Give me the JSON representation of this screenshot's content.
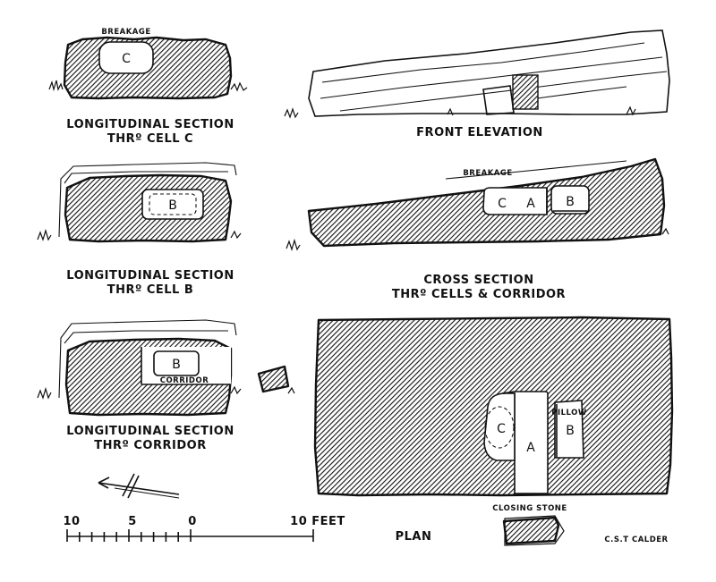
{
  "labels": {
    "long_c_1": "LONGITUDINAL SECTION",
    "long_c_2": "THRº CELL C",
    "front": "FRONT    ELEVATION",
    "long_b_1": "LONGITUDINAL SECTION",
    "long_b_2": "THRº CELL B",
    "cross_1": "CROSS SECTION",
    "cross_2": "THRº CELLS & CORRIDOR",
    "long_cor_1": "LONGITUDINAL SECTION",
    "long_cor_2": "THRº CORRIDOR",
    "plan": "PLAN",
    "closing_stone": "CLOSING STONE",
    "author": "C.S.T CALDER",
    "breakage_top": "BREAKAGE",
    "breakage_cross": "BREAKAGE",
    "corridor": "CORRIDOR",
    "pillow": "PILLOW"
  },
  "cells": {
    "c": "C",
    "a": "A",
    "b": "B"
  },
  "scale": {
    "ticks": [
      "10",
      "5",
      "0"
    ],
    "end": "10 FEET"
  },
  "colors": {
    "ink": "#111111",
    "paper": "#ffffff"
  }
}
